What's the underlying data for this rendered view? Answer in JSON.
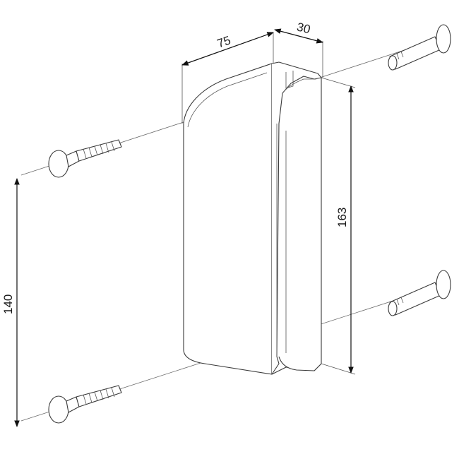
{
  "dimensions": {
    "width": "75",
    "depth": "30",
    "height": "163",
    "hole_spacing": "140"
  },
  "parts": {
    "body": "latch-keeper-body",
    "screws": [
      "carriage-bolt-upper",
      "carriage-bolt-lower"
    ],
    "nuts": [
      "sleeve-nut-upper",
      "sleeve-nut-lower"
    ]
  },
  "colors": {
    "line": "#3a3a3a",
    "dimension": "#111111",
    "background": "#ffffff"
  }
}
